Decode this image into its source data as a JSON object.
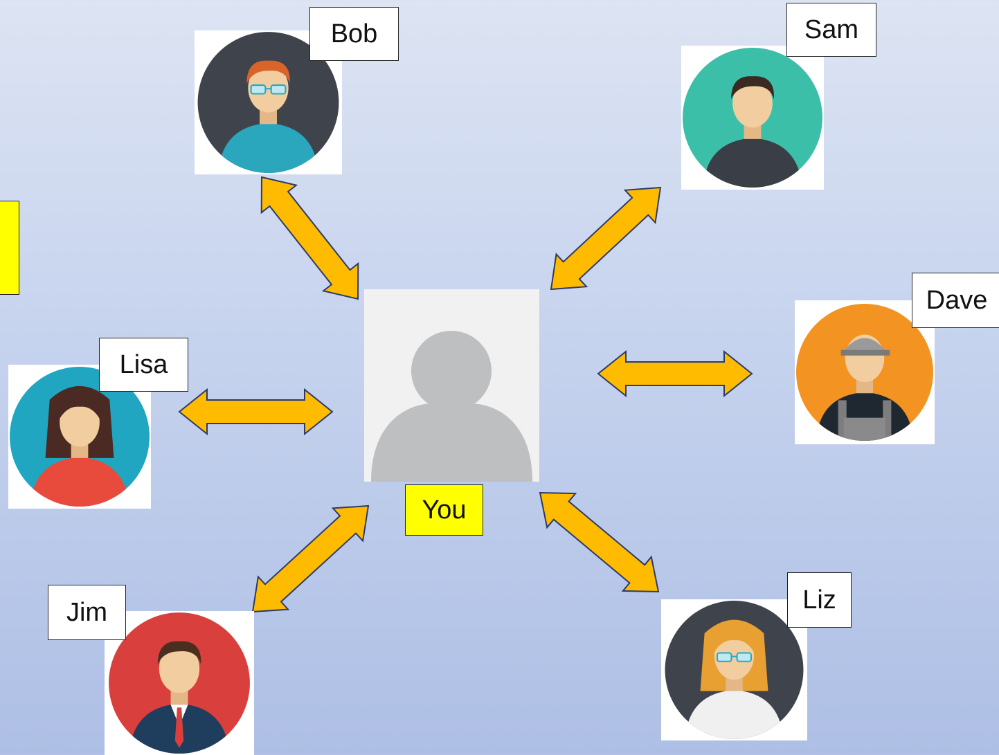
{
  "center": {
    "label": "You"
  },
  "people": [
    {
      "key": "bob",
      "name": "Bob",
      "shirt": "#2aa7bd",
      "bg": "#3f434c",
      "hair": "#d9642a",
      "glasses": true
    },
    {
      "key": "sam",
      "name": "Sam",
      "shirt": "#3a3f47",
      "bg": "#3bbfa8",
      "hair": "#3b2a21",
      "glasses": false
    },
    {
      "key": "dave",
      "name": "Dave",
      "shirt": "#1f2730",
      "bg": "#f39321",
      "hair": "#8a8a8a",
      "glasses": false
    },
    {
      "key": "lisa",
      "name": "Lisa",
      "shirt": "#e84b3c",
      "bg": "#21a6c1",
      "hair": "#4a2a22",
      "glasses": false
    },
    {
      "key": "jim",
      "name": "Jim",
      "shirt": "#1f3d5c",
      "bg": "#d9403d",
      "hair": "#4a2f20",
      "glasses": false
    },
    {
      "key": "liz",
      "name": "Liz",
      "shirt": "#f0f0f0",
      "bg": "#3f434c",
      "hair": "#e8a033",
      "glasses": true
    }
  ],
  "colors": {
    "arrow": "#ffbb00",
    "arrow_outline": "#2a3a6a",
    "highlight": "#ffff00",
    "placeholder_bg": "#f1f1f1",
    "placeholder_fg": "#bdbfc1"
  }
}
